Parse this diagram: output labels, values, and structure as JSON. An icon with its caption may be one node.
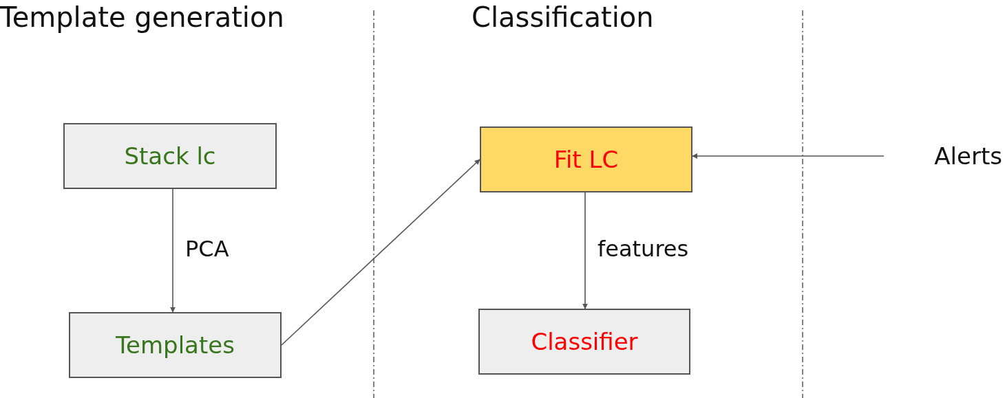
{
  "diagram": {
    "nodes": [
      {
        "text": [
          "Stack lc"
        ]
      },
      {
        "text": [
          "Templates"
        ]
      },
      {
        "text": [
          "Fit LC"
        ]
      },
      {
        "text": [
          "Classifier"
        ]
      },
      {
        "text": [
          "Alerts"
        ]
      }
    ],
    "edges": [
      {
        "from": 0,
        "to": 1,
        "arrow": "to",
        "label": "PCA"
      },
      {
        "from": 1,
        "to": 2,
        "arrow": "to"
      },
      {
        "from": 4,
        "to": 2,
        "arrow": "to"
      },
      {
        "from": 2,
        "to": 3,
        "arrow": "to",
        "label": "features"
      }
    ],
    "labels": [
      "Template generation",
      "Classification"
    ]
  }
}
